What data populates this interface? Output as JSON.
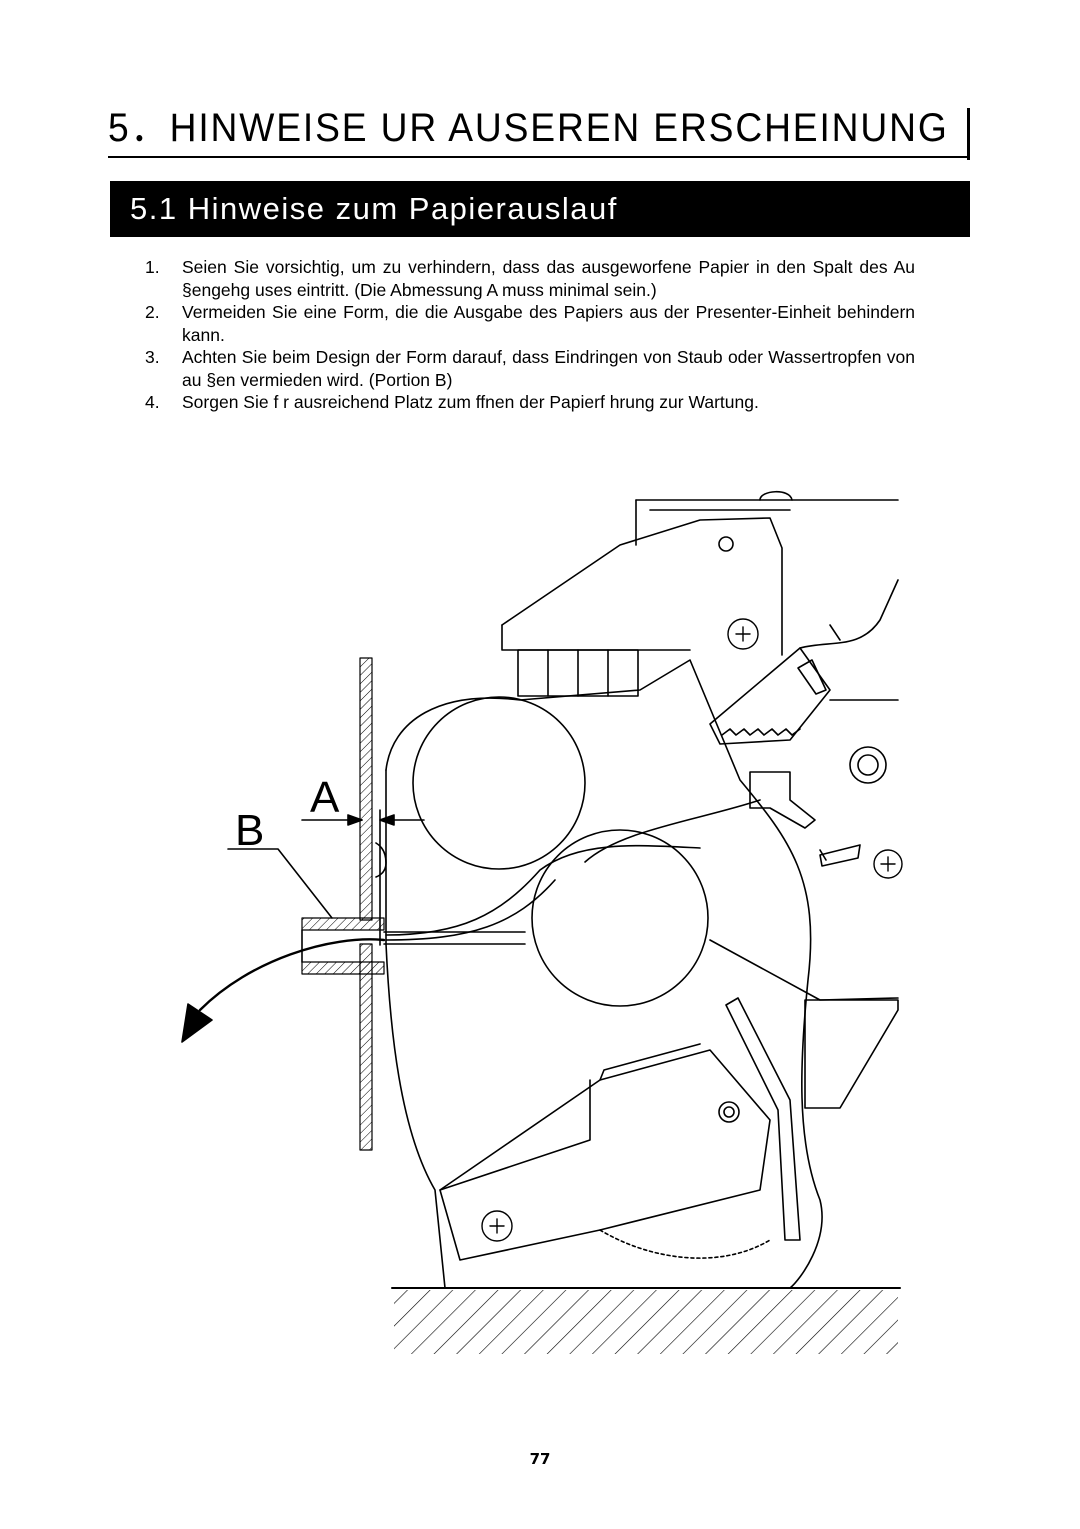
{
  "chapter": {
    "title": "5．HINWEISE   UR AUSEREN ERSCHEINUNG"
  },
  "section": {
    "title": "5.1  Hinweise zum Papierauslauf"
  },
  "notes": [
    {
      "number": "1.",
      "text": "Seien Sie vorsichtig, um zu verhindern, dass das ausgeworfene Papier in den Spalt des Au §engehg   uses eintritt.  (Die Abmessung A muss minimal sein.)"
    },
    {
      "number": "2.",
      "text": "Vermeiden Sie eine Form, die die Ausgabe des Papiers aus der Presenter-Einheit behindern kann."
    },
    {
      "number": "3.",
      "text": "Achten Sie beim Design der Form darauf, dass Eindringen von Staub oder Wassertropfen von au   §en vermieden wird.  (Portion B)"
    },
    {
      "number": "4.",
      "text": "Sorgen Sie f    r ausreichend Platz zum      ffnen der Papierf    hrung zur Wartung."
    }
  ],
  "diagram": {
    "label_a": "A",
    "label_b": "B"
  },
  "page_number": "77"
}
